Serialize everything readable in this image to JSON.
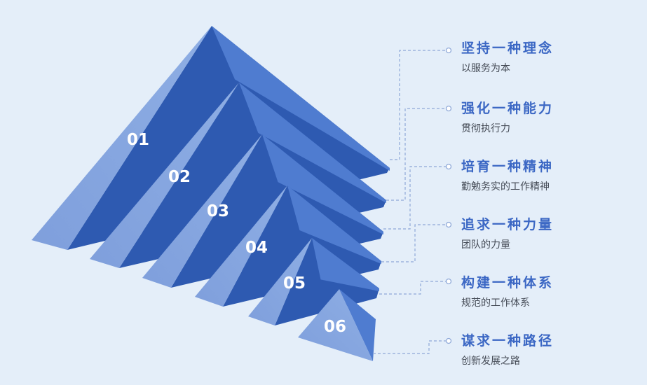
{
  "colors": {
    "background": "#e4eef9",
    "face_light": "#8eaee4",
    "face_dark": "#2e5ab1",
    "side": "#4f7cd0",
    "accent": "#3b67c4",
    "connector": "#8fa9d8"
  },
  "steps": [
    {
      "number": "01",
      "title": "坚持一种理念",
      "subtitle": "以服务为本"
    },
    {
      "number": "02",
      "title": "强化一种能力",
      "subtitle": "贯彻执行力"
    },
    {
      "number": "03",
      "title": "培育一种精神",
      "subtitle": "勤勉务实的工作精神"
    },
    {
      "number": "04",
      "title": "追求一种力量",
      "subtitle": "团队的力量"
    },
    {
      "number": "05",
      "title": "构建一种体系",
      "subtitle": "规范的工作体系"
    },
    {
      "number": "06",
      "title": "谋求一种路径",
      "subtitle": "创新发展之路"
    }
  ]
}
